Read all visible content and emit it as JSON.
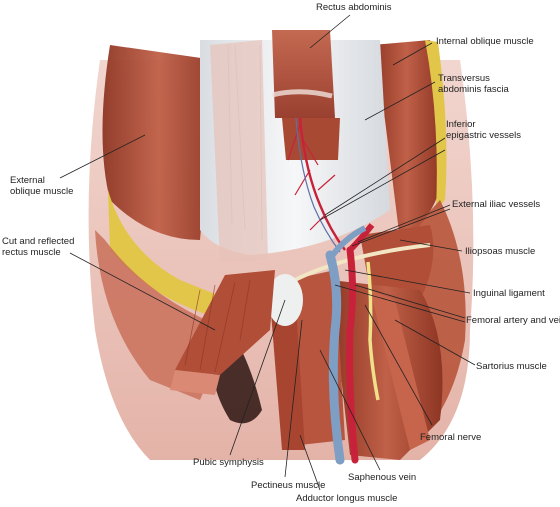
{
  "labels": {
    "rectus_abdominis": "Rectus abdominis",
    "internal_oblique": "Internal oblique muscle",
    "transversus_line1": "Transversus",
    "transversus_line2": "abdominis fascia",
    "inferior_epigastric_line1": "Inferior",
    "inferior_epigastric_line2": "epigastric vessels",
    "external_oblique_line1": "External",
    "external_oblique_line2": "oblique muscle",
    "external_iliac": "External iliac vessels",
    "cut_rectus_line1": "Cut and reflected",
    "cut_rectus_line2": "rectus muscle",
    "iliopsoas": "Iliopsoas muscle",
    "inguinal_ligament": "Inguinal ligament",
    "femoral_artery_vein": "Femoral artery and vein",
    "sartorius": "Sartorius muscle",
    "femoral_nerve": "Femoral nerve",
    "pubic_symphysis": "Pubic symphysis",
    "saphenous_vein": "Saphenous vein",
    "pectineus": "Pectineus muscle",
    "adductor_longus": "Adductor longus muscle"
  },
  "colors": {
    "muscle": "#b8553c",
    "muscle_dark": "#8e3624",
    "fat": "#e2c64a",
    "fascia": "#eef0f2",
    "artery": "#c8223a",
    "vein": "#7f9ec4",
    "nerve": "#f0e08a",
    "leader": "#222222"
  }
}
